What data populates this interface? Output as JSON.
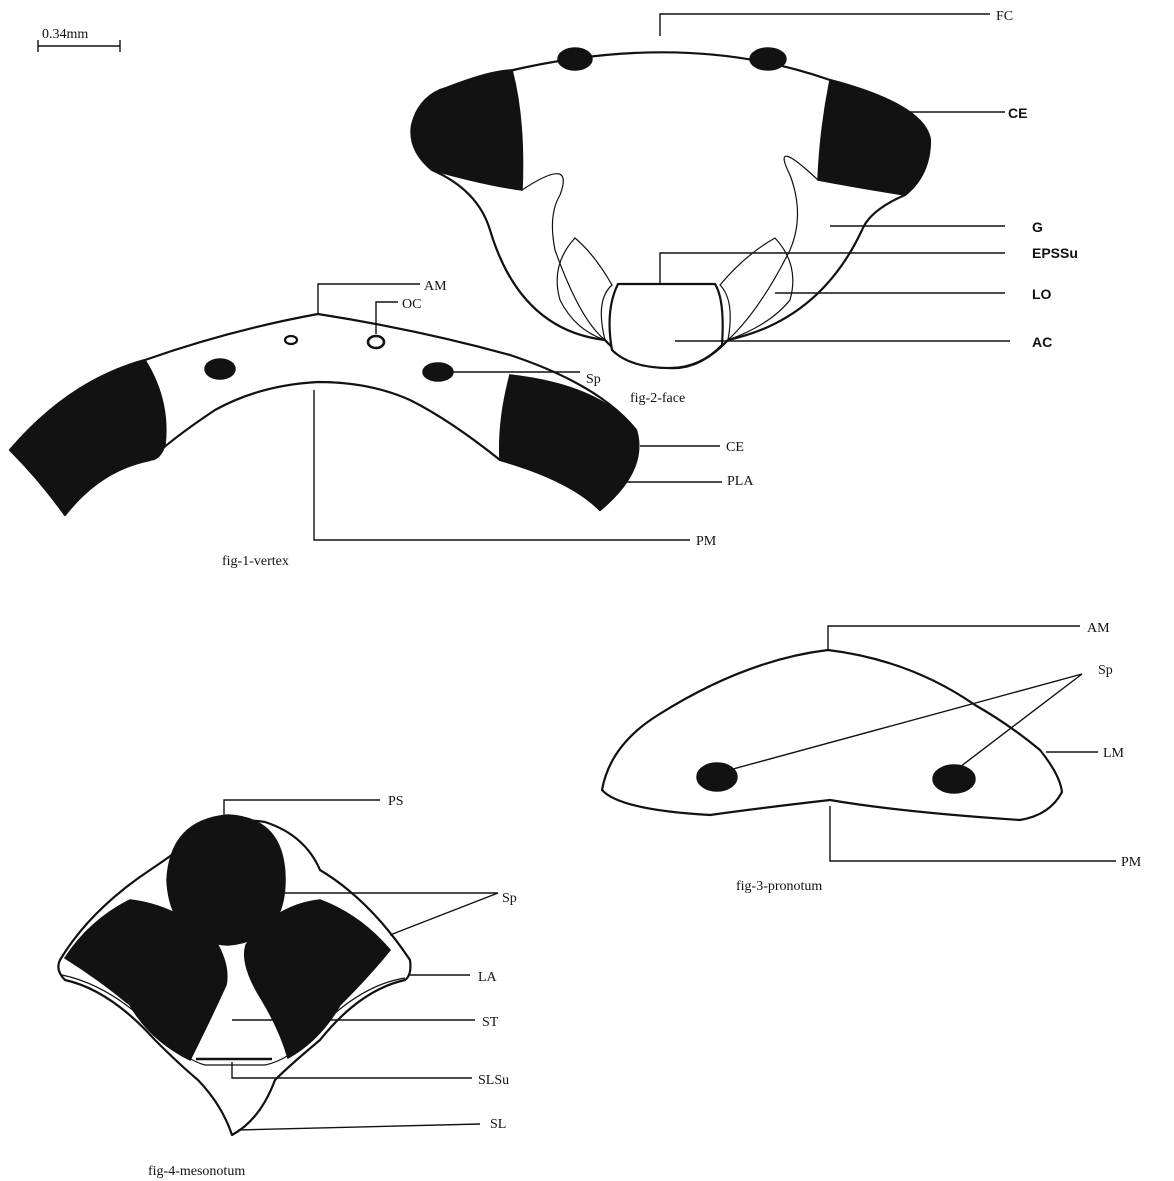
{
  "scale_bar": {
    "label": "0.34mm"
  },
  "fig1": {
    "caption": "fig-1-vertex",
    "labels": {
      "am": "AM",
      "oc": "OC",
      "sp": "Sp",
      "ce": "CE",
      "pla": "PLA",
      "pm": "PM"
    }
  },
  "fig2": {
    "caption": "fig-2-face",
    "labels": {
      "fc": "FC",
      "ce": "CE",
      "g": "G",
      "epssu": "EPSSu",
      "lo": "LO",
      "ac": "AC"
    }
  },
  "fig3": {
    "caption": "fig-3-pronotum",
    "labels": {
      "am": "AM",
      "sp": "Sp",
      "lm": "LM",
      "pm": "PM"
    }
  },
  "fig4": {
    "caption": "fig-4-mesonotum",
    "labels": {
      "ps": "PS",
      "sp": "Sp",
      "la": "LA",
      "st": "ST",
      "slsu": "SLSu",
      "sl": "SL"
    }
  },
  "colors": {
    "ink": "#111111",
    "fill": "#121212",
    "paper": "#ffffff"
  }
}
